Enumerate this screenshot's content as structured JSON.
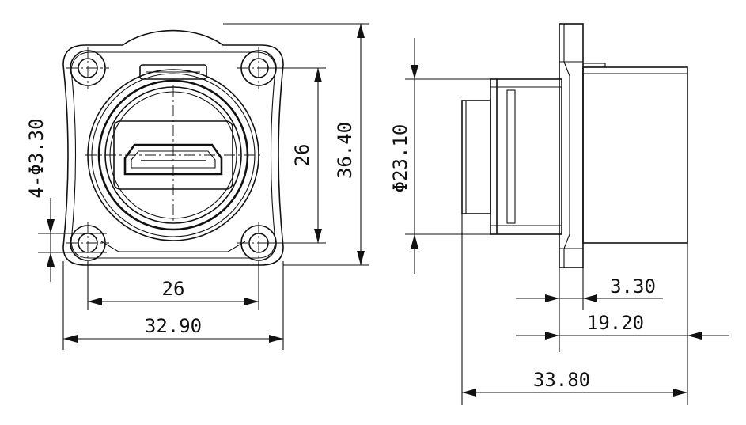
{
  "dimensions": {
    "hole_spec": "4-Φ3.30",
    "hole_spacing_vertical": "26",
    "overall_height": "36.40",
    "hole_spacing_horizontal": "26",
    "overall_width": "32.90",
    "body_diameter": "Φ23.10",
    "flange_thickness": "3.30",
    "rear_length": "19.20",
    "overall_length": "33.80"
  }
}
